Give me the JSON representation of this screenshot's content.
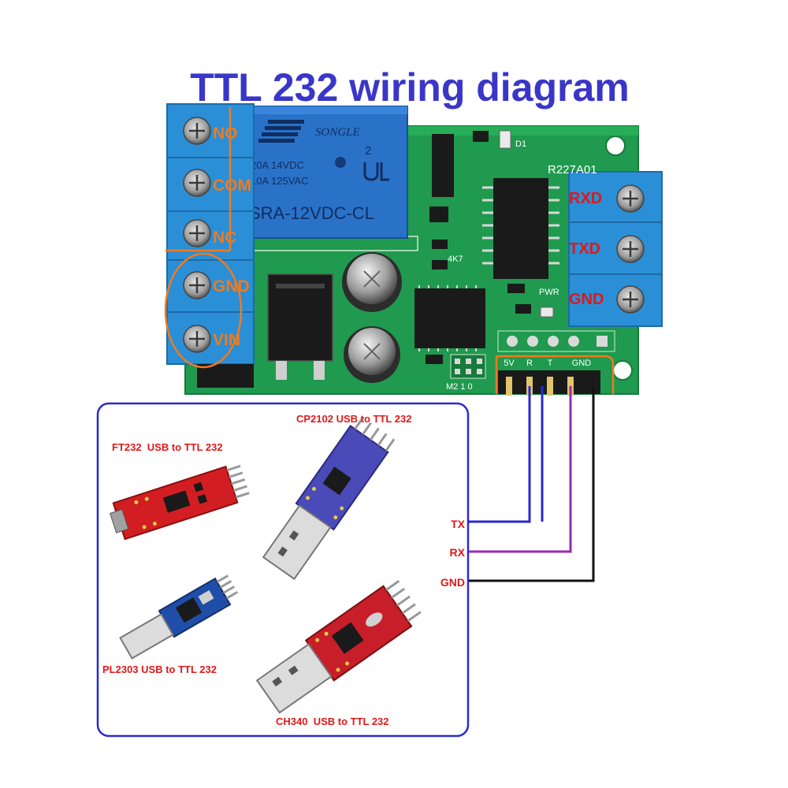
{
  "title": "TTL 232 wiring diagram",
  "colors": {
    "title": "#3a36c8",
    "pcb": "#1f9a4e",
    "terminal": "#2a8fd6",
    "orange": "#f07a1e",
    "red_label": "#e01818",
    "wire_blue": "#2a2ad0",
    "wire_purple": "#9a2ab0",
    "wire_black": "#111111"
  },
  "relay": {
    "brand": "SONGLE",
    "line1": "20A 14VDC",
    "line2": "10A 125VAC",
    "model": "SRA-12VDC-CL",
    "mark": "2"
  },
  "board": {
    "part_no": "R227A01",
    "res_4k7": "4K7",
    "pwr": "PWR",
    "d1": "D1",
    "mode": "M2 1 0"
  },
  "left_terminals": [
    "NO",
    "COM",
    "NC",
    "GND",
    "VIN"
  ],
  "right_terminals": [
    "RXD",
    "TXD",
    "GND"
  ],
  "header_pins": [
    "5V",
    "R",
    "T",
    "GND"
  ],
  "wire_labels": [
    "TX",
    "RX",
    "GND"
  ],
  "adapters": [
    {
      "label": "FT232  USB to TTL 232",
      "icon": "ft232-adapter-icon"
    },
    {
      "label": "CP2102 USB to TTL 232",
      "icon": "cp2102-adapter-icon"
    },
    {
      "label": "PL2303 USB to TTL 232",
      "icon": "pl2303-adapter-icon"
    },
    {
      "label": "CH340  USB to TTL 232",
      "icon": "ch340-adapter-icon"
    }
  ]
}
